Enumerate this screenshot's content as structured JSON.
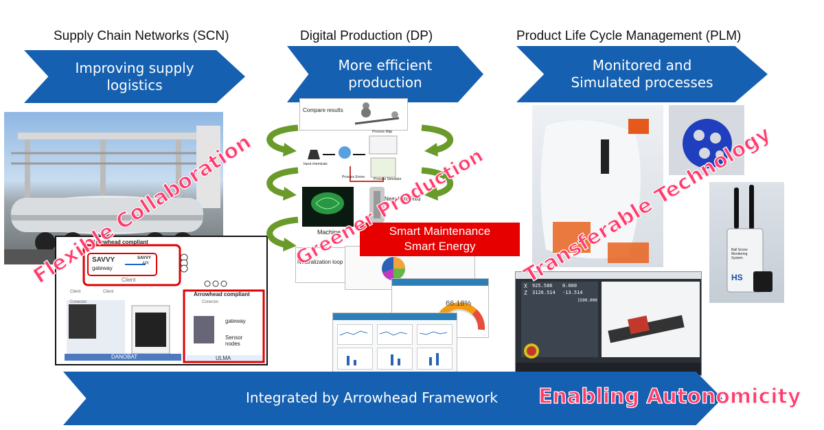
{
  "headers": {
    "scn": "Supply Chain Networks (SCN)",
    "dp": "Digital Production (DP)",
    "plm": "Product Life Cycle Management (PLM)"
  },
  "chevrons": {
    "scn": "Improving supply\nlogistics",
    "dp": "More efficient\nproduction",
    "plm": "Monitored  and\nSimulated processes"
  },
  "bottom": {
    "label": "Integrated by Arrowhead Framework",
    "enabling": "Enabling Autonomicity"
  },
  "overlays": {
    "flexible": "Flexible Collaboration",
    "greener": "Greener Production",
    "transferable": "Transferable Technology"
  },
  "smart_box": {
    "line1": "Smart Maintenance",
    "line2": "Smart Energy"
  },
  "arrowhead_diagram": {
    "compliant_top": "Arrowhead compliant",
    "savvy": "SAVVY",
    "gateway": "gateway",
    "savvy_api": "SAVVY",
    "api": "API",
    "client_inner": "Client",
    "client_left": "Client",
    "client_right": "Client",
    "compliant_right": "Arrowhead compliant",
    "conector_left": "Conector",
    "conector_right": "Conector",
    "gateway_right": "gateway",
    "sensor_nodes": "Sensor\nnodes",
    "danobat": "DANOBAT",
    "ulma": "ULMA"
  },
  "dp_diagram": {
    "compare": "Compare results",
    "process_map": "Process Map",
    "input": "Input chemicals",
    "process_errors": "Process Errors",
    "process_simulator": "Process Simulator",
    "infra_red": "Near Infra Red",
    "machine": "Machine",
    "neutralization": "Neutralization loop"
  },
  "gauge": {
    "value": "66.18%"
  },
  "cnc": {
    "x": "X",
    "z": "Z",
    "val1": "925.586",
    "val2": "3126.514",
    "val3": "0.000",
    "val4": "-13.514",
    "val5": "1500.000"
  },
  "sensor_label": "Ball Screw\nMonitoring\nSystem",
  "sensor_logo": "HS",
  "colors": {
    "chevron_blue": "#1560b0",
    "overlay_pink": "#ff3c6e",
    "smart_red": "#e60000",
    "arrow_green": "#6a9a2a"
  }
}
